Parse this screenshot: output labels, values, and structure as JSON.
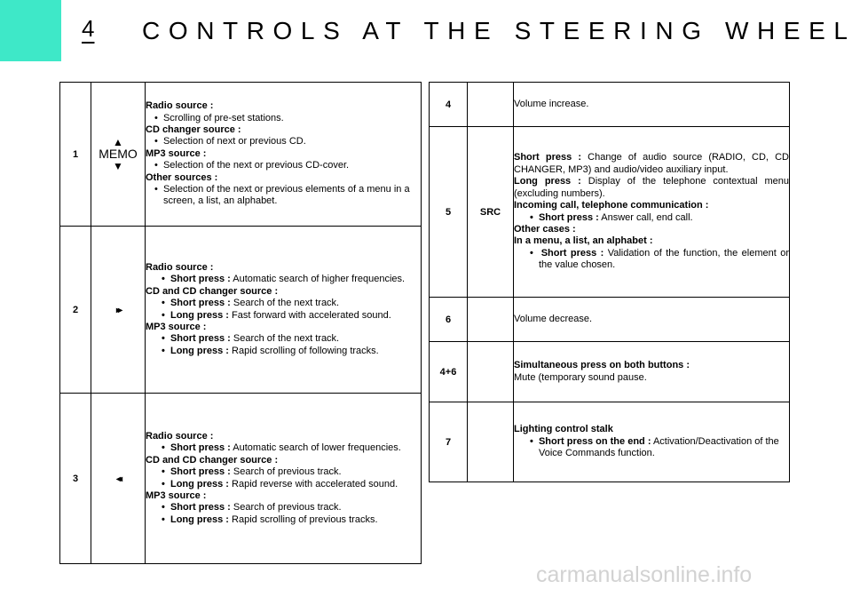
{
  "page": {
    "number": "4",
    "title": "CONTROLS AT THE STEERING WHEEL",
    "footer": "carmanualsonline.info"
  },
  "left_table": [
    {
      "num": "1",
      "icon": {
        "up": "▲",
        "label": "MEMO",
        "down": "▼"
      },
      "lines": [
        {
          "type": "head",
          "text": "Radio source :"
        },
        {
          "type": "dot",
          "text": "Scrolling of pre-set stations."
        },
        {
          "type": "head",
          "text": "CD changer source :"
        },
        {
          "type": "dot",
          "text": "Selection of next or previous CD."
        },
        {
          "type": "head",
          "text": "MP3 source :"
        },
        {
          "type": "dot",
          "text": "Selection of the next or previous CD-cover."
        },
        {
          "type": "head",
          "text": "Other sources :"
        },
        {
          "type": "dot",
          "text": "Selection of the next or previous elements of a menu in a screen, a list, an alphabet."
        }
      ]
    },
    {
      "num": "2",
      "icon": "▸▸",
      "lines": [
        {
          "type": "head",
          "text": "Radio source :"
        },
        {
          "type": "bullet",
          "bold": "Short press :",
          "text": "Automatic search of higher frequencies."
        },
        {
          "type": "head",
          "text": "CD and CD changer source :"
        },
        {
          "type": "bullet",
          "bold": "Short press :",
          "text": "Search of the next track."
        },
        {
          "type": "bullet",
          "bold": "Long press :",
          "text": "Fast forward with accelerated sound."
        },
        {
          "type": "head",
          "text": "MP3 source :"
        },
        {
          "type": "bullet",
          "bold": "Short press :",
          "text": "Search of the next track."
        },
        {
          "type": "bullet",
          "bold": "Long press :",
          "text": "Rapid scrolling of following tracks."
        }
      ]
    },
    {
      "num": "3",
      "icon": "◂◂",
      "lines": [
        {
          "type": "head",
          "text": "Radio source :"
        },
        {
          "type": "bullet",
          "bold": "Short press :",
          "text": "Automatic search of lower frequencies."
        },
        {
          "type": "head",
          "text": "CD and CD changer source :"
        },
        {
          "type": "bullet",
          "bold": "Short press :",
          "text": "Search of previous track."
        },
        {
          "type": "bullet",
          "bold": "Long press :",
          "text": "Rapid reverse with accelerated sound."
        },
        {
          "type": "head",
          "text": "MP3 source :"
        },
        {
          "type": "bullet",
          "bold": "Short press :",
          "text": "Search of previous track."
        },
        {
          "type": "bullet",
          "bold": "Long press :",
          "text": "Rapid scrolling of previous tracks."
        }
      ]
    }
  ],
  "right_table": [
    {
      "num": "4",
      "icon": "",
      "lines": [
        {
          "type": "plain",
          "text": "Volume increase."
        }
      ]
    },
    {
      "num": "5",
      "icon": "SRC",
      "lines": [
        {
          "type": "para",
          "bold": "Short press :",
          "text": "Change of audio source (RADIO, CD, CD CHANGER, MP3) and audio/video auxiliary input."
        },
        {
          "type": "para",
          "bold": "Long press :",
          "text": "Display of the telephone contextual menu (excluding numbers)."
        },
        {
          "type": "head",
          "text": "Incoming call, telephone communication :"
        },
        {
          "type": "bullet",
          "bold": "Short press :",
          "text": "Answer call, end call."
        },
        {
          "type": "head",
          "text": "Other cases :"
        },
        {
          "type": "head",
          "text": "In a menu, a list, an alphabet :"
        },
        {
          "type": "bullet",
          "bold": "Short press :",
          "text": "Validation of the function, the element or the value chosen."
        }
      ]
    },
    {
      "num": "6",
      "icon": "",
      "lines": [
        {
          "type": "plain",
          "text": "Volume decrease."
        }
      ]
    },
    {
      "num": "4+6",
      "icon": "",
      "lines": [
        {
          "type": "head",
          "text": "Simultaneous press on both buttons :"
        },
        {
          "type": "plain",
          "text": "Mute (temporary sound pause."
        }
      ]
    },
    {
      "num": "7",
      "icon": "",
      "lines": [
        {
          "type": "head",
          "text": "Lighting control stalk"
        },
        {
          "type": "bullet",
          "bold": "Short press on the end :",
          "text": "Activation/Deactivation of the Voice Commands function."
        }
      ]
    }
  ]
}
